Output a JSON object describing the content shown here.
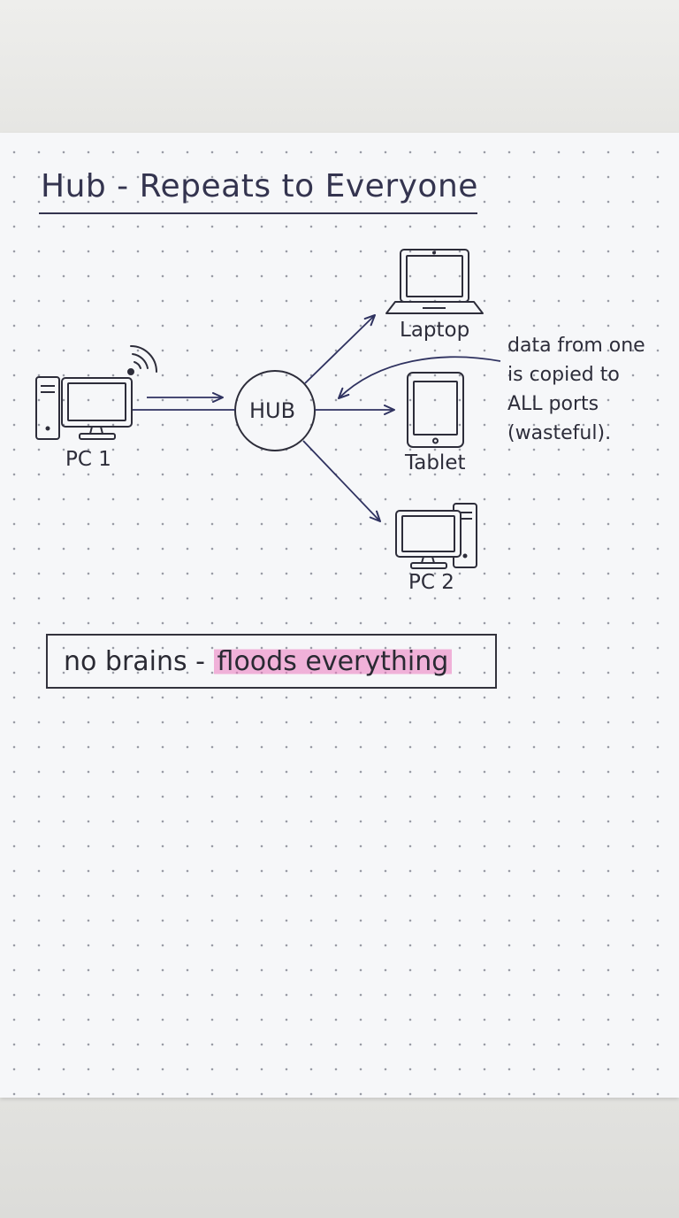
{
  "title": "Hub - Repeats to Everyone",
  "hub": {
    "label": "HUB"
  },
  "devices": {
    "pc1": {
      "label": "PC 1",
      "icon": "desktop-computer-icon"
    },
    "laptop": {
      "label": "Laptop",
      "icon": "laptop-icon"
    },
    "tablet": {
      "label": "Tablet",
      "icon": "tablet-icon"
    },
    "pc2": {
      "label": "PC 2",
      "icon": "desktop-computer-icon"
    }
  },
  "note": {
    "lines": [
      "data from one",
      "is copied to",
      "ALL ports",
      "(wasteful)."
    ]
  },
  "callout": {
    "prefix": "no brains - ",
    "highlighted": "floods everything",
    "highlight_color": "#ec78be"
  },
  "colors": {
    "ink": "#2d2d3a",
    "arrow_ink": "#2f3260",
    "paper": "#f6f7f9"
  }
}
